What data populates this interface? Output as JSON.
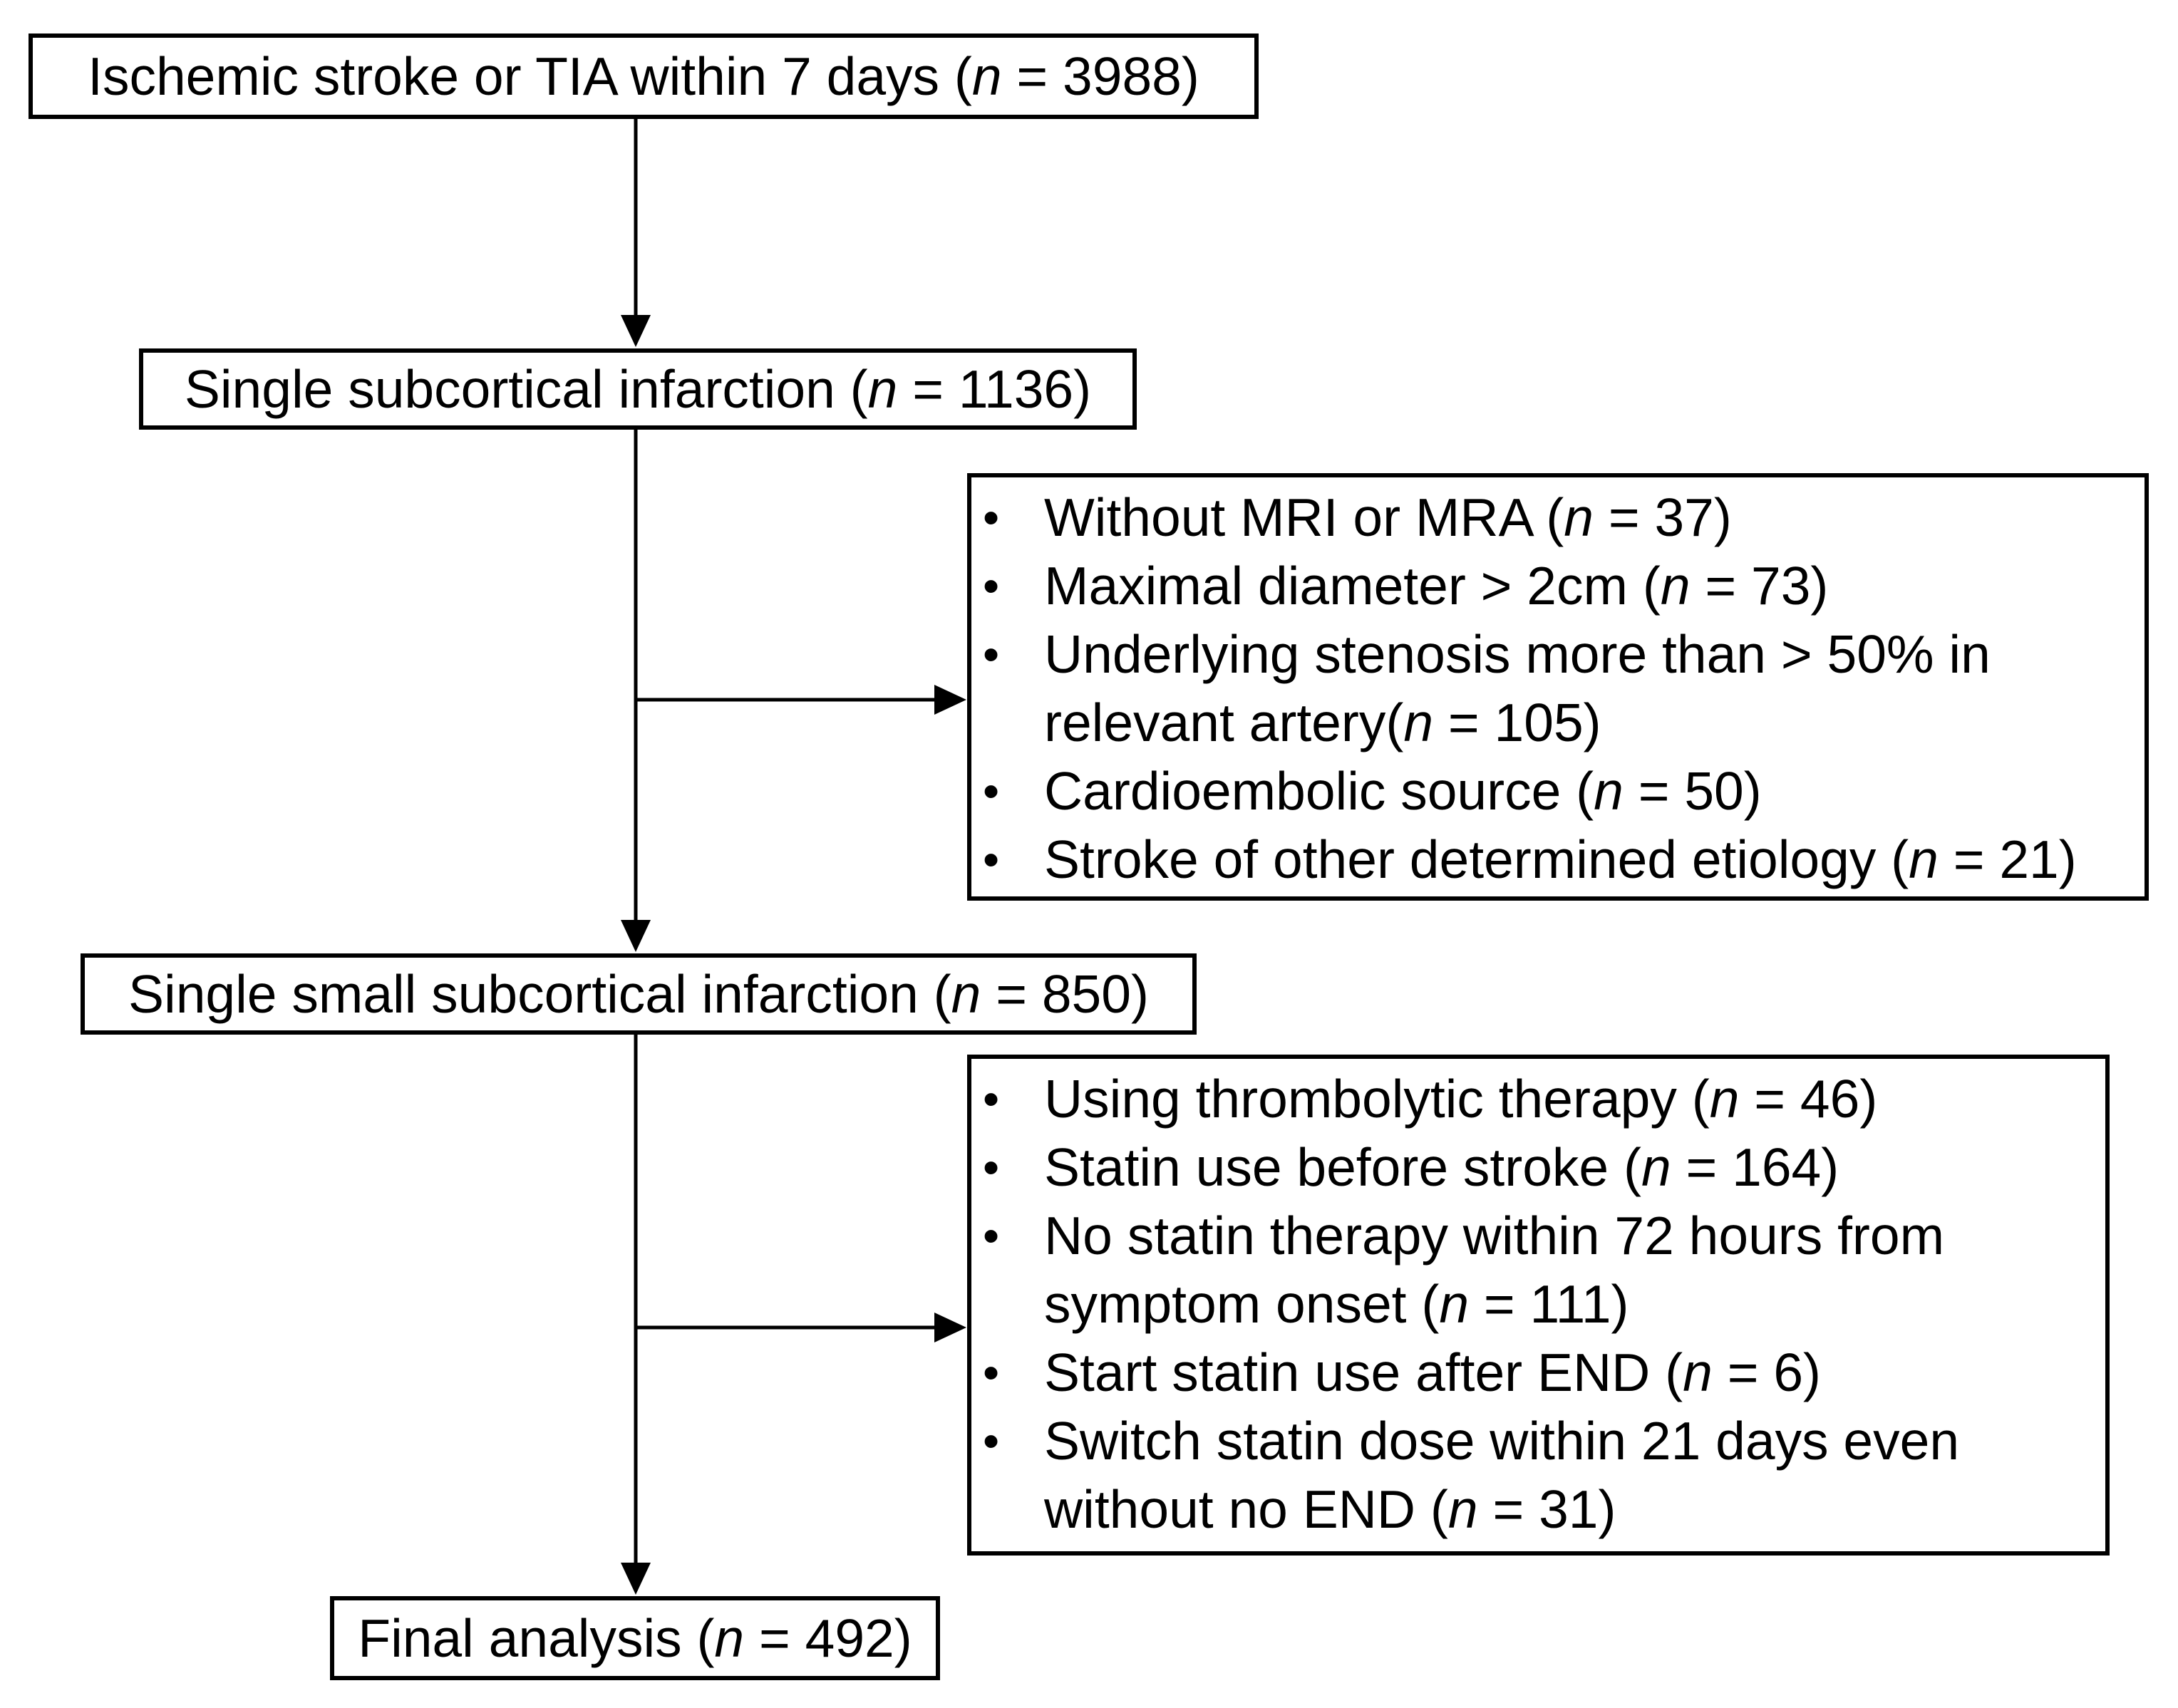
{
  "figure": {
    "background_color": "#ffffff",
    "line_color": "#000000",
    "text_color": "#000000"
  },
  "boxes": {
    "box1": {
      "pre": "Ischemic stroke or TIA within 7 days (",
      "var": "n",
      "post": " = 3988)"
    },
    "box2": {
      "pre": "Single subcortical infarction (",
      "var": "n",
      "post": " = 1136)"
    },
    "box3": {
      "pre": "Single small subcortical infarction (",
      "var": "n",
      "post": " = 850)"
    },
    "box4": {
      "pre": "Final analysis (",
      "var": "n",
      "post": " = 492)"
    }
  },
  "exclusions1": {
    "lines": [
      {
        "bullet": "•",
        "pre": "Without MRI or MRA (",
        "var": "n",
        "post": " = 37)"
      },
      {
        "bullet": "•",
        "pre": "Maximal diameter > 2cm (",
        "var": "n",
        "post": " = 73)"
      },
      {
        "bullet": "•",
        "pre": "Underlying stenosis more than > 50% in",
        "var": "",
        "post": ""
      },
      {
        "bullet": "",
        "pre": "relevant artery(",
        "var": "n",
        "post": " = 105)"
      },
      {
        "bullet": "•",
        "pre": "Cardioembolic source (",
        "var": "n",
        "post": " = 50)"
      },
      {
        "bullet": "•",
        "pre": "Stroke of other determined etiology (",
        "var": "n",
        "post": " = 21)"
      }
    ]
  },
  "exclusions2": {
    "lines": [
      {
        "bullet": "•",
        "pre": "Using thrombolytic therapy (",
        "var": "n",
        "post": " = 46)"
      },
      {
        "bullet": "•",
        "pre": "Statin use before stroke (",
        "var": "n",
        "post": " = 164)"
      },
      {
        "bullet": "•",
        "pre": "No statin therapy within 72 hours from",
        "var": "",
        "post": ""
      },
      {
        "bullet": "",
        "pre": "symptom onset (",
        "var": "n",
        "post": " = 111)"
      },
      {
        "bullet": "•",
        "pre": "Start statin use after END (",
        "var": "n",
        "post": " = 6)"
      },
      {
        "bullet": "•",
        "pre": "Switch statin dose within 21 days even",
        "var": "",
        "post": ""
      },
      {
        "bullet": "",
        "pre": "without no END (",
        "var": "n",
        "post": " = 31)"
      }
    ]
  }
}
